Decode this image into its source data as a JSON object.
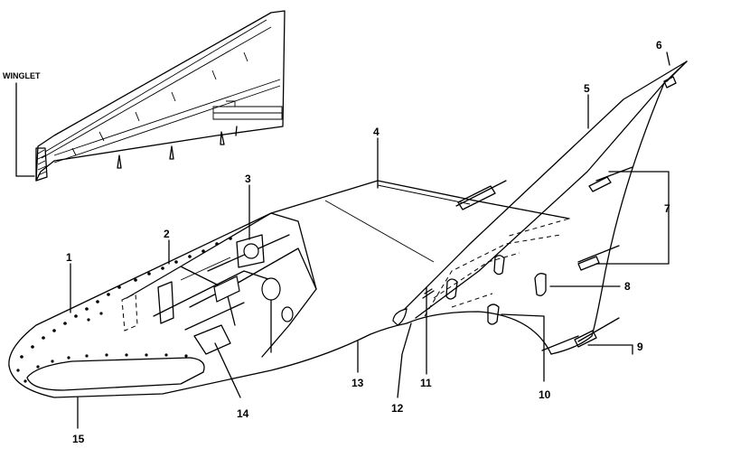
{
  "winglet_label": "WINGLET",
  "callouts": [
    "1",
    "2",
    "3",
    "4",
    "5",
    "6",
    "7",
    "8",
    "9",
    "10",
    "11",
    "12",
    "13",
    "14",
    "15"
  ]
}
